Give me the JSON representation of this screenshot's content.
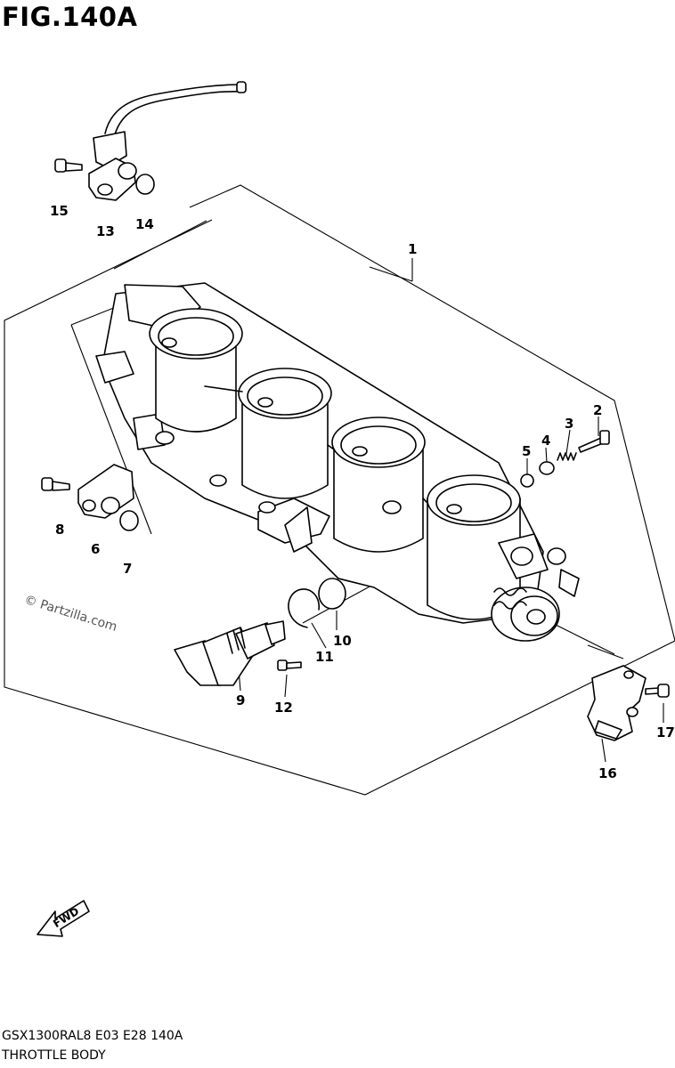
{
  "figure": {
    "title": "FIG.140A",
    "model_code": "GSX1300RAL8  E03  E28  140A",
    "section_name": "THROTTLE BODY",
    "watermark": "© Partzilla.com",
    "fwd_label": "FWD"
  },
  "callouts": [
    {
      "id": "1",
      "label": "1"
    },
    {
      "id": "2",
      "label": "2"
    },
    {
      "id": "3",
      "label": "3"
    },
    {
      "id": "4",
      "label": "4"
    },
    {
      "id": "5",
      "label": "5"
    },
    {
      "id": "6",
      "label": "6"
    },
    {
      "id": "7",
      "label": "7"
    },
    {
      "id": "8",
      "label": "8"
    },
    {
      "id": "9",
      "label": "9"
    },
    {
      "id": "10",
      "label": "10"
    },
    {
      "id": "11",
      "label": "11"
    },
    {
      "id": "12",
      "label": "12"
    },
    {
      "id": "13",
      "label": "13"
    },
    {
      "id": "14",
      "label": "14"
    },
    {
      "id": "15",
      "label": "15"
    },
    {
      "id": "16",
      "label": "16"
    },
    {
      "id": "17",
      "label": "17"
    }
  ]
}
